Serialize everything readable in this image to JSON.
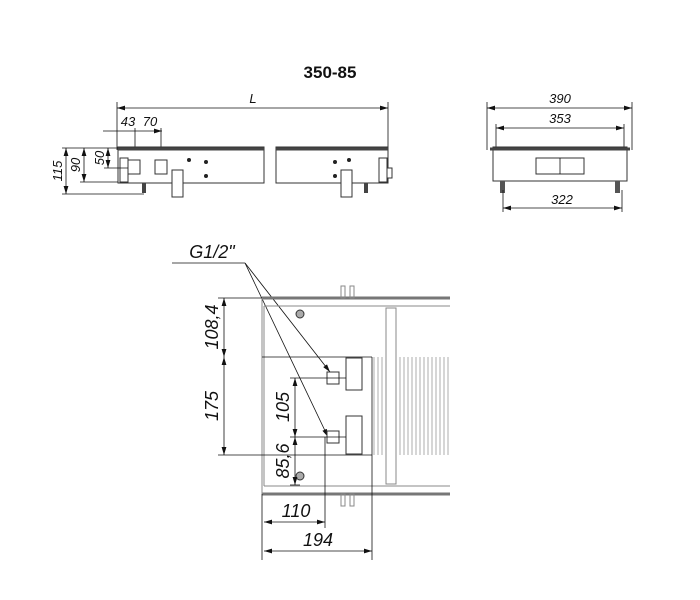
{
  "title": "350-85",
  "front_view": {
    "length_label": "L",
    "dim_43": "43",
    "dim_70": "70",
    "dim_115": "115",
    "dim_90": "90",
    "dim_50": "50"
  },
  "side_view": {
    "dim_390": "390",
    "dim_353": "353",
    "dim_322": "322"
  },
  "plan_view": {
    "thread_label": "G1/2\"",
    "dim_108_4": "108,4",
    "dim_175": "175",
    "dim_105": "105",
    "dim_85_6": "85,6",
    "dim_110": "110",
    "dim_194": "194"
  }
}
